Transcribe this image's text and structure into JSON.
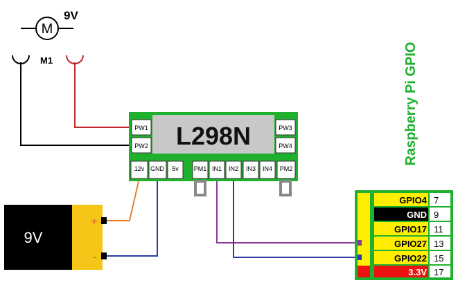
{
  "motor": {
    "symbol_letter": "M",
    "voltage_label": "9V",
    "name_label": "M1"
  },
  "driver": {
    "title": "L298N",
    "left_pins": [
      "PW1",
      "PW2"
    ],
    "right_pins": [
      "PW3",
      "PW4"
    ],
    "power_pins": [
      "12v",
      "GND",
      "5v"
    ],
    "control_pins": [
      "PM1",
      "IN1",
      "IN2",
      "IN3",
      "IN4",
      "PM2"
    ]
  },
  "battery": {
    "label": "9V",
    "plus": "+",
    "minus": "-"
  },
  "gpio": {
    "title": "Raspberry Pi GPIO",
    "rows": [
      {
        "name": "GPIO4",
        "pin": "7"
      },
      {
        "name": "GND",
        "pin": "9"
      },
      {
        "name": "GPIO17",
        "pin": "11"
      },
      {
        "name": "GPIO27",
        "pin": "13"
      },
      {
        "name": "GPIO22",
        "pin": "15"
      },
      {
        "name": "3.3V",
        "pin": "17"
      }
    ]
  },
  "colors": {
    "module_green": "#1fb02d",
    "module_gray": "#c8c8c8",
    "wire_red": "#c0282d",
    "wire_black": "#000000",
    "wire_orange": "#e8802a",
    "wire_blue": "#2c3aa8",
    "wire_purple": "#8b3a9b",
    "battery_yellow": "#f5c518",
    "gpio_yellow": "#ffee00",
    "gpio_red": "#ee1111",
    "gpio_title": "#1fb02d"
  }
}
